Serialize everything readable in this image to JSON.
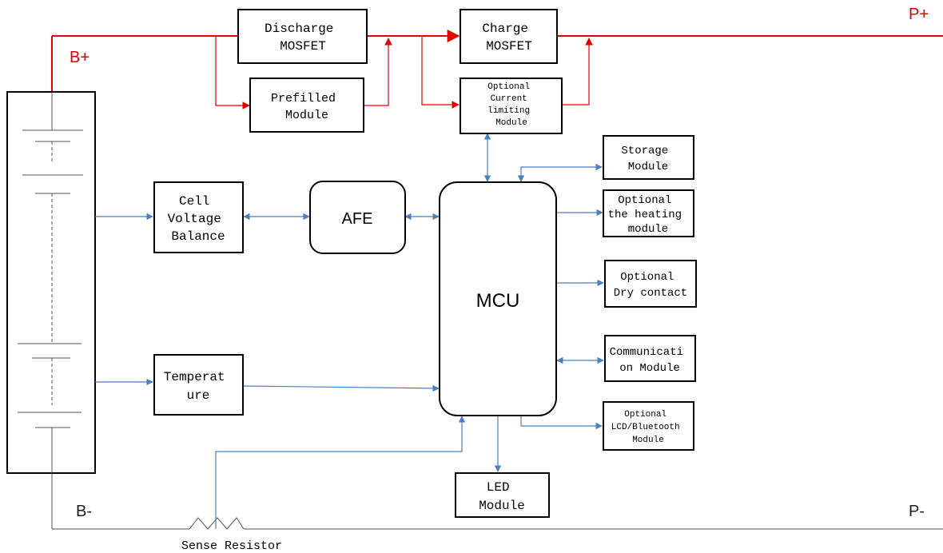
{
  "terminals": {
    "b_plus": "B+",
    "b_minus": "B-",
    "p_plus": "P+",
    "p_minus": "P-"
  },
  "blocks": {
    "discharge_mosfet": [
      "Discharge",
      "MOSFET"
    ],
    "charge_mosfet": [
      "Charge",
      "MOSFET"
    ],
    "prefilled_module": [
      "Prefilled",
      "Module"
    ],
    "current_limiting": [
      "Optional",
      "Current",
      "limiting",
      "Module"
    ],
    "storage_module": [
      "Storage",
      "Module"
    ],
    "heating_module": [
      "Optional",
      "the heating",
      "module"
    ],
    "dry_contact": [
      "Optional",
      "Dry contact"
    ],
    "communication_module": [
      "Communicati",
      "on Module"
    ],
    "lcd_bluetooth": [
      "Optional",
      "LCD/Bluetooth",
      "Module"
    ],
    "cell_voltage_balance": [
      "Cell",
      "Voltage",
      "Balance"
    ],
    "afe": "AFE",
    "mcu": "MCU",
    "temperature": [
      "Temperat",
      "ure"
    ],
    "led_module": [
      "LED",
      "Module"
    ]
  },
  "sense_resistor_label": "Sense Resistor",
  "colors": {
    "power_path": "#e00000",
    "signal_path": "#4a7fc1",
    "ground_path": "#555555"
  }
}
